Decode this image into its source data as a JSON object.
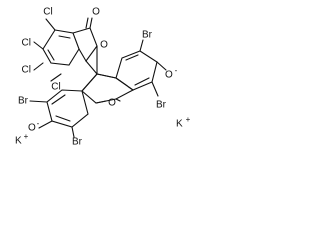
{
  "structure": {
    "atoms": {
      "carbonyl_oxygen": "O",
      "ring_oxygen": "O",
      "xanthene_oxygen": "O",
      "phenoxide_right": "O",
      "phenoxide_left": "O",
      "cl_1": "Cl",
      "cl_2": "Cl",
      "cl_3": "Cl",
      "cl_4": "Cl",
      "br_1": "Br",
      "br_2": "Br",
      "br_3": "Br",
      "br_4": "Br",
      "k_1": "K",
      "k_2": "K"
    },
    "charges": {
      "minus": "-",
      "plus": "+"
    }
  }
}
